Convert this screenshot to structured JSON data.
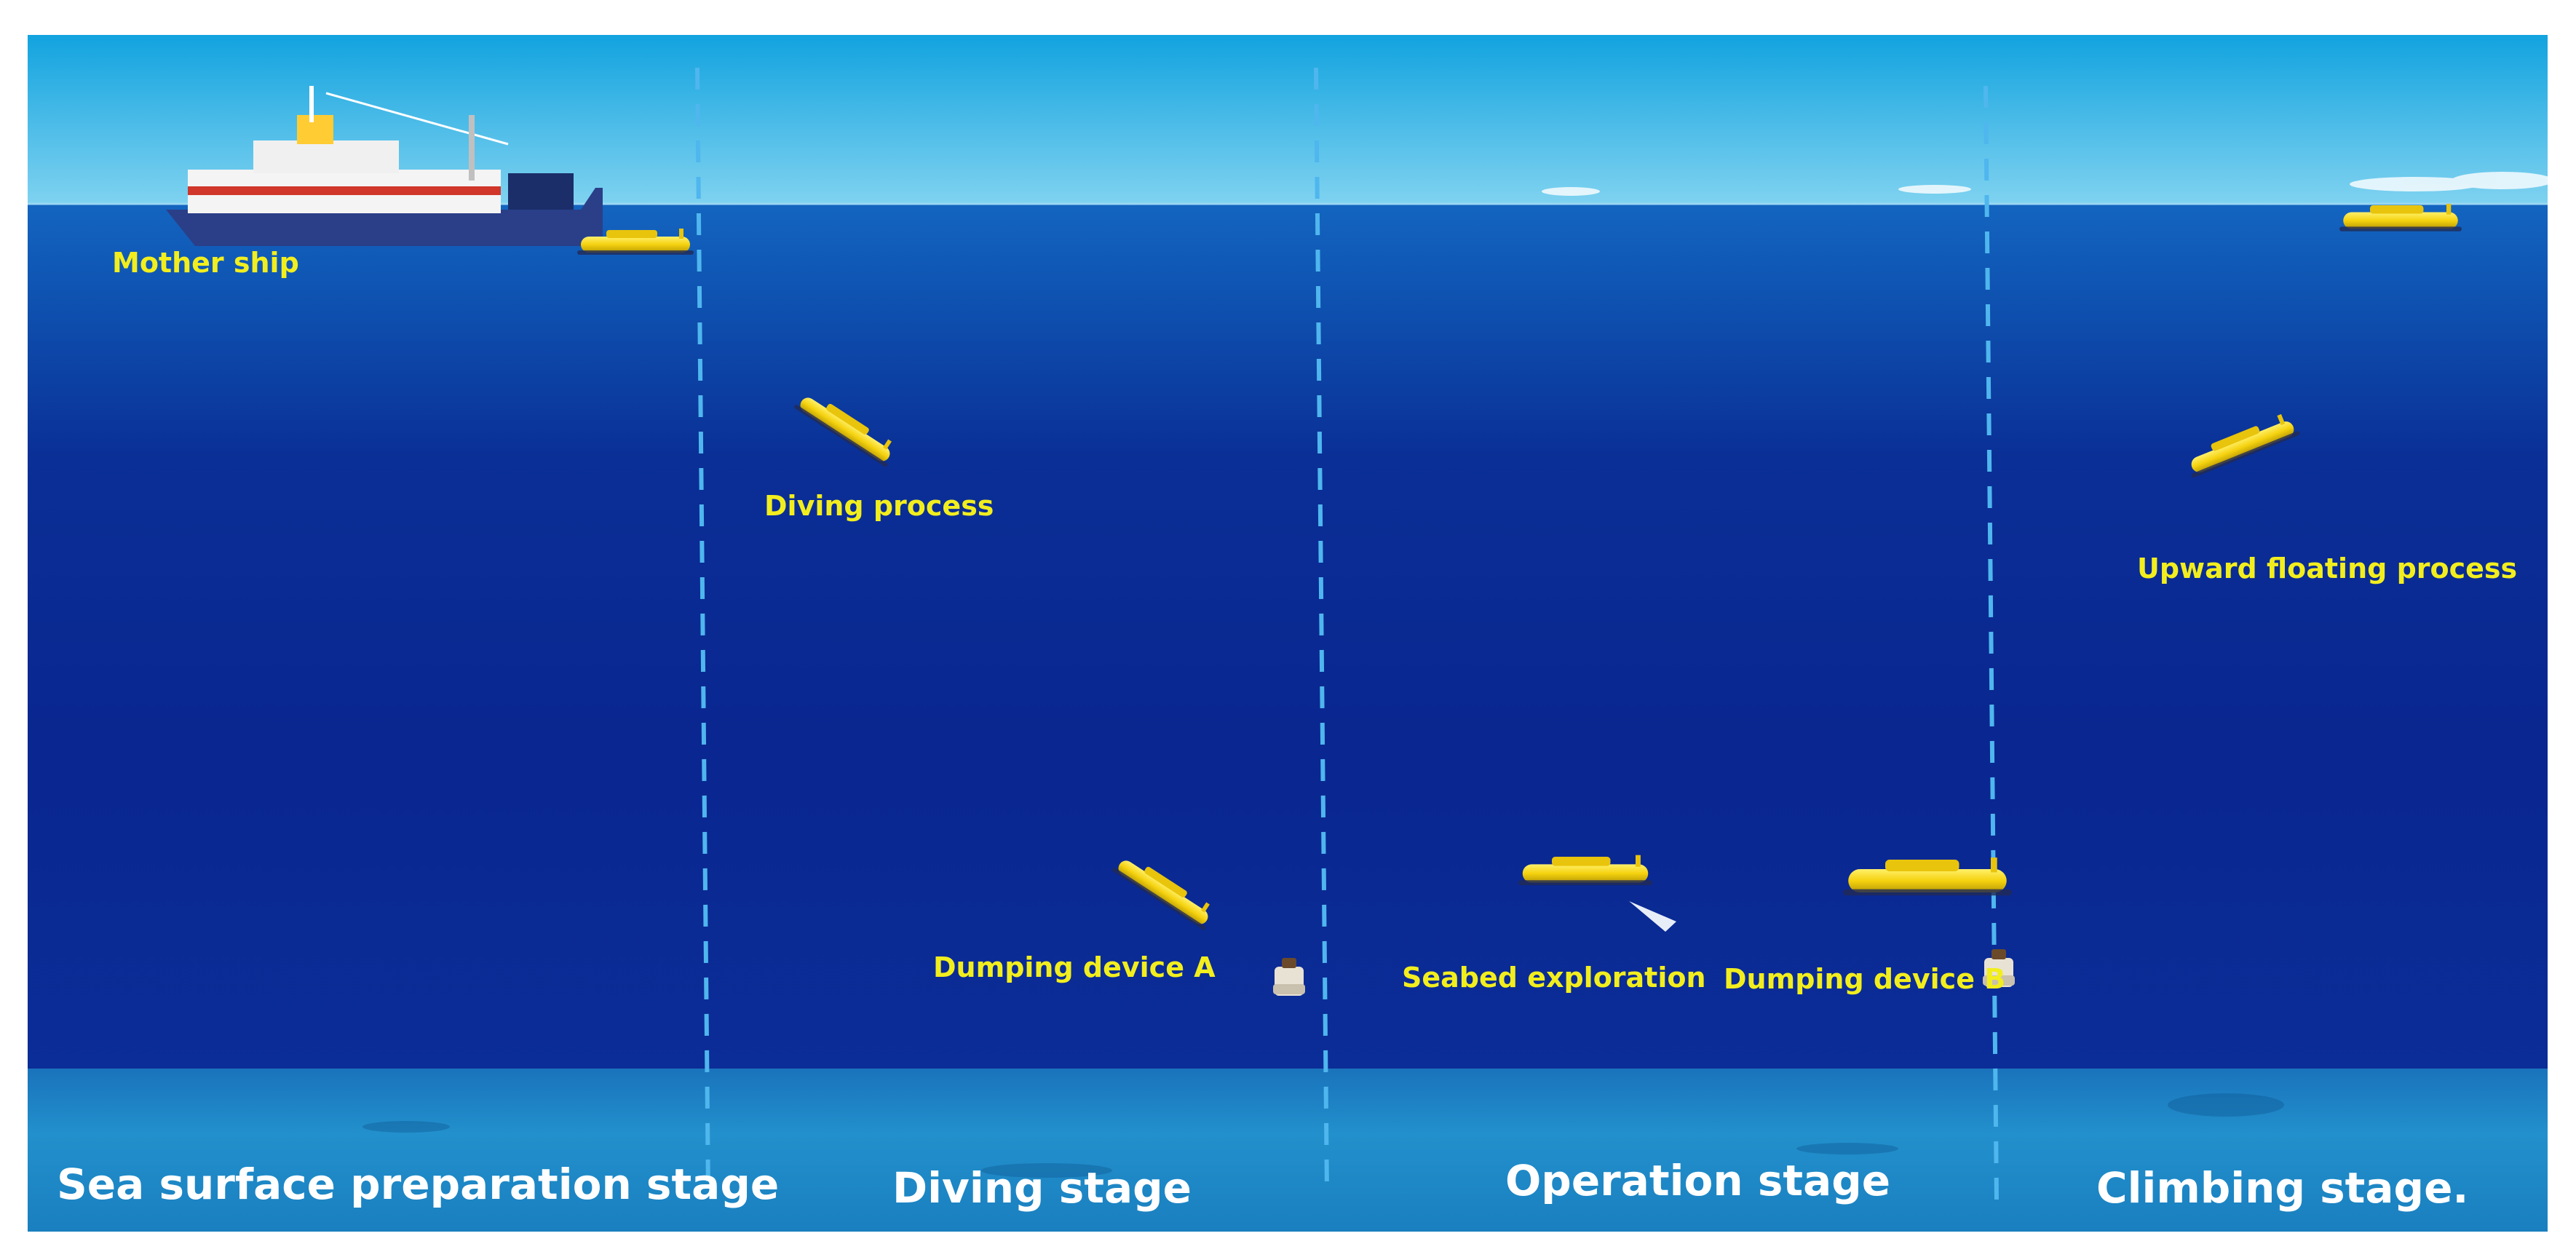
{
  "labels": {
    "mother_ship": "Mother ship",
    "diving_process": "Diving process",
    "dumping_device_a": "Dumping device A",
    "seabed_exploration": "Seabed exploration",
    "dumping_device_b": "Dumping device B",
    "upward_floating_process": "Upward floating process"
  },
  "stages": [
    "Sea surface preparation stage",
    "Diving stage",
    "Operation stage",
    "Climbing stage."
  ],
  "colors": {
    "sky": "#2cb0e6",
    "sea_surface": "#1060b8",
    "deep_sea": "#0a2890",
    "seabed": "#1f8ac4",
    "divider": "#4fb6ee",
    "vehicle": "#f5d20f",
    "label_yellow": "#f2ee1e",
    "label_white": "#ffffff"
  }
}
